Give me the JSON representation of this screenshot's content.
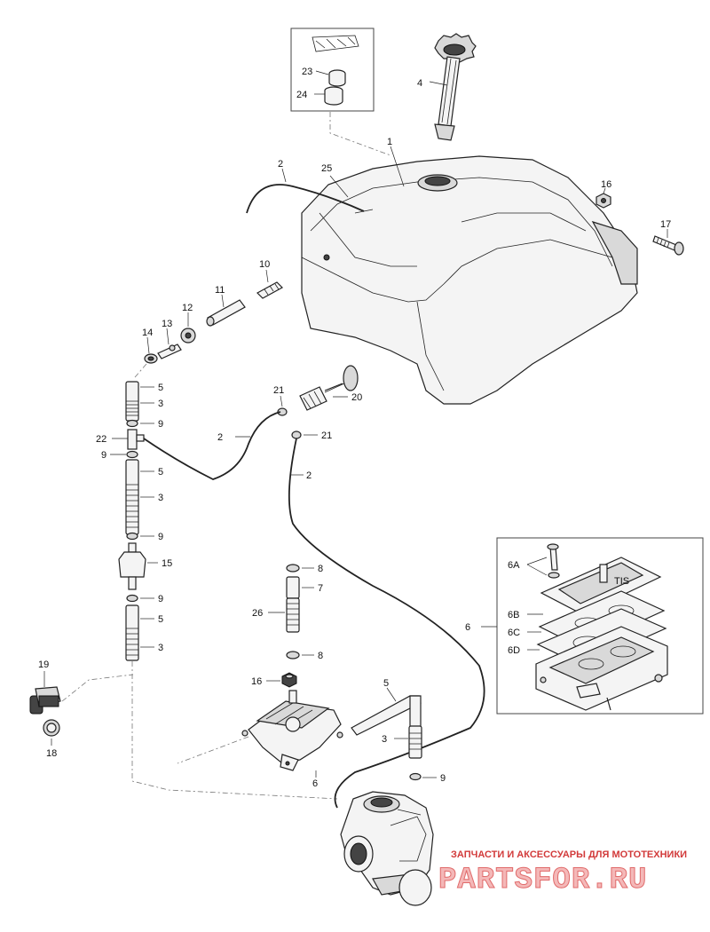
{
  "labels": {
    "l1": "1",
    "l2a": "2",
    "l2b": "2",
    "l2c": "2",
    "l3a": "3",
    "l3b": "3",
    "l3c": "3",
    "l3d": "3",
    "l4": "4",
    "l5a": "5",
    "l5b": "5",
    "l5c": "5",
    "l5d": "5",
    "l6": "6",
    "l6b": "6",
    "l6A": "6A",
    "l6B": "6B",
    "l6C": "6C",
    "l6D": "6D",
    "l7": "7",
    "l8a": "8",
    "l8b": "8",
    "l9a": "9",
    "l9b": "9",
    "l9c": "9",
    "l9d": "9",
    "l9e": "9",
    "l10": "10",
    "l11": "11",
    "l12": "12",
    "l13": "13",
    "l14": "14",
    "l15": "15",
    "l16a": "16",
    "l16b": "16",
    "l17": "17",
    "l18": "18",
    "l19": "19",
    "l20": "20",
    "l21a": "21",
    "l21b": "21",
    "l22": "22",
    "l23": "23",
    "l24": "24",
    "l25": "25",
    "l26": "26"
  },
  "watermark": {
    "tagline": "ЗАПЧАСТИ И АКСЕССУАРЫ ДЛЯ МОТОТЕХНИКИ",
    "brand": "PARTSFOR.RU"
  },
  "colors": {
    "watermark_red": "#d23a3a",
    "line": "#222222"
  }
}
